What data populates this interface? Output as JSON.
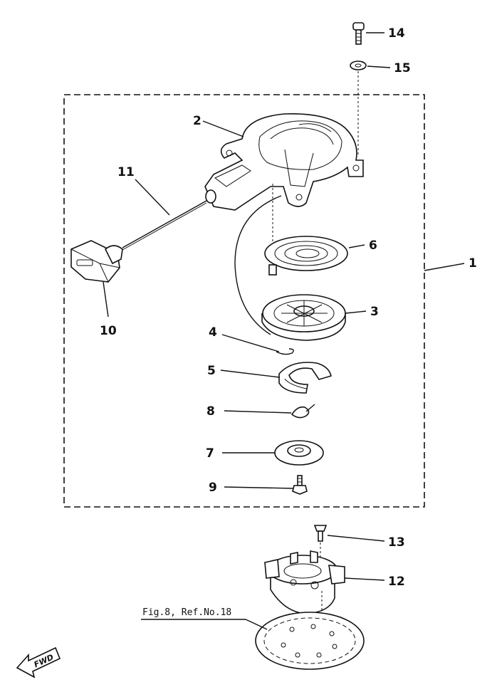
{
  "callouts": {
    "c1": "1",
    "c2": "2",
    "c3": "3",
    "c4": "4",
    "c5": "5",
    "c6": "6",
    "c7": "7",
    "c8": "8",
    "c9": "9",
    "c10": "10",
    "c11": "11",
    "c12": "12",
    "c13": "13",
    "c14": "14",
    "c15": "15"
  },
  "reference": "Fig.8, Ref.No.18",
  "direction_label": "FWD"
}
